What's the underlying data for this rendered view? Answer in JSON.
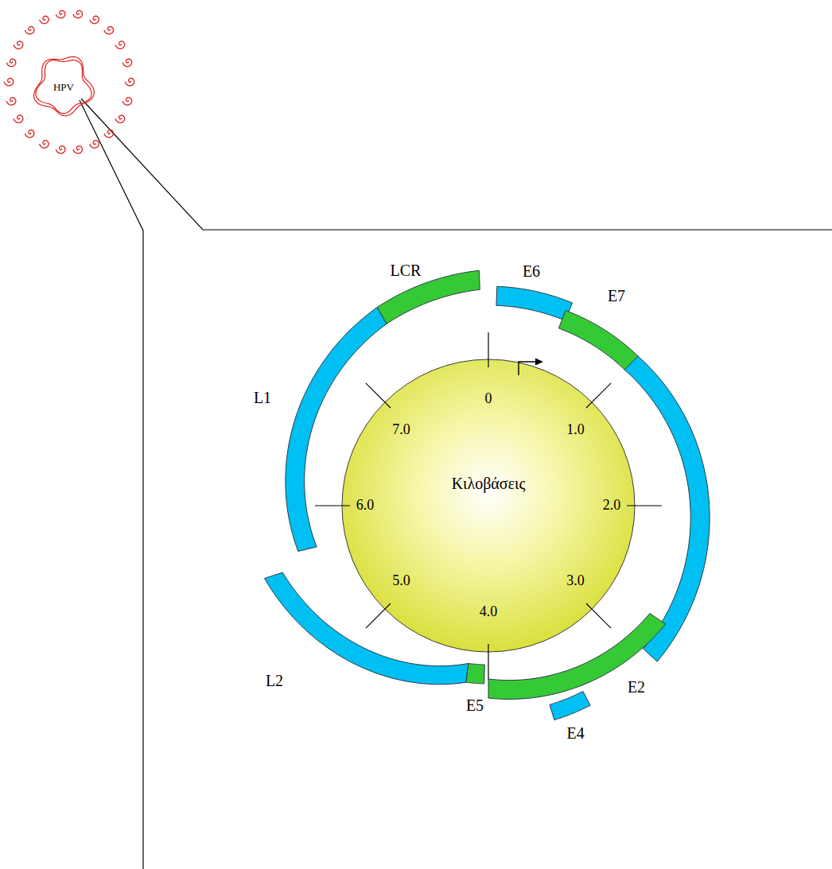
{
  "diagram": {
    "nodes": [
      {
        "text": [
          "HPV"
        ]
      },
      {
        "text": [
          "Κιλοβάσεις"
        ]
      }
    ],
    "labels": [
      "LCR",
      "E6",
      "E7",
      "0",
      "7.0",
      "1.0",
      "L1",
      "6.0",
      "2.0",
      "5.0",
      "3.0",
      "4.0",
      "E2",
      "L2",
      "E5",
      "E4"
    ]
  }
}
